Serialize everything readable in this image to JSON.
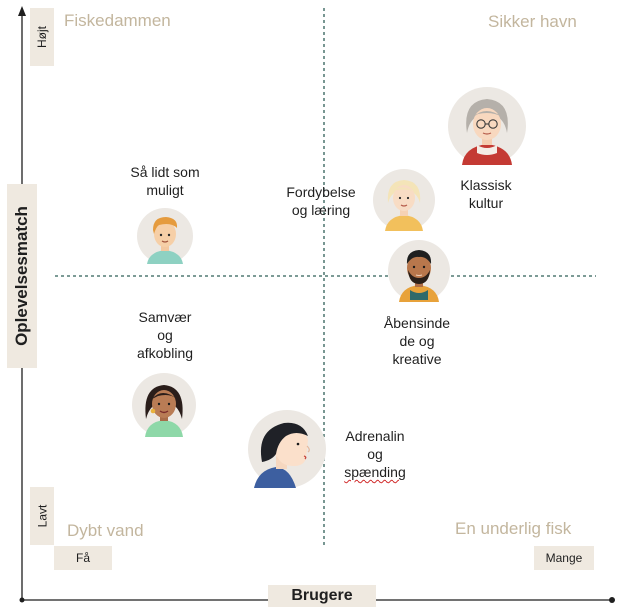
{
  "quadrants": {
    "top_left": "Fiskedammen",
    "top_right": "Sikker havn",
    "bottom_left": "Dybt vand",
    "bottom_right": "En underlig fisk"
  },
  "axes": {
    "y_title": "Oplevelsesmatch",
    "y_high": "Højt",
    "y_low": "Lavt",
    "x_title": "Brugere",
    "x_low": "Få",
    "x_high": "Mange"
  },
  "segments": [
    {
      "lines": [
        "Så lidt som",
        "muligt"
      ],
      "avatar": "young-man-avatar"
    },
    {
      "lines": [
        "Fordybelse",
        "og læring"
      ],
      "avatar": "blonde-woman-avatar"
    },
    {
      "lines": [
        "Klassisk",
        "kultur"
      ],
      "avatar": "grey-haired-woman-avatar"
    },
    {
      "lines": [
        "Samvær",
        "og",
        "afkobling"
      ],
      "avatar": "dark-haired-woman-avatar"
    },
    {
      "lines": [
        "Åbensinde",
        "de og",
        "kreative"
      ],
      "avatar": "bearded-man-avatar"
    },
    {
      "lines": [
        "Adrenalin",
        "og",
        "spænding"
      ],
      "avatar": "side-profile-woman-avatar"
    }
  ],
  "colors": {
    "quadrant_title": "#c3b69e",
    "tag_background": "#efe9e0",
    "divider": "#2f5f57",
    "axis": "#1f1f1f"
  }
}
